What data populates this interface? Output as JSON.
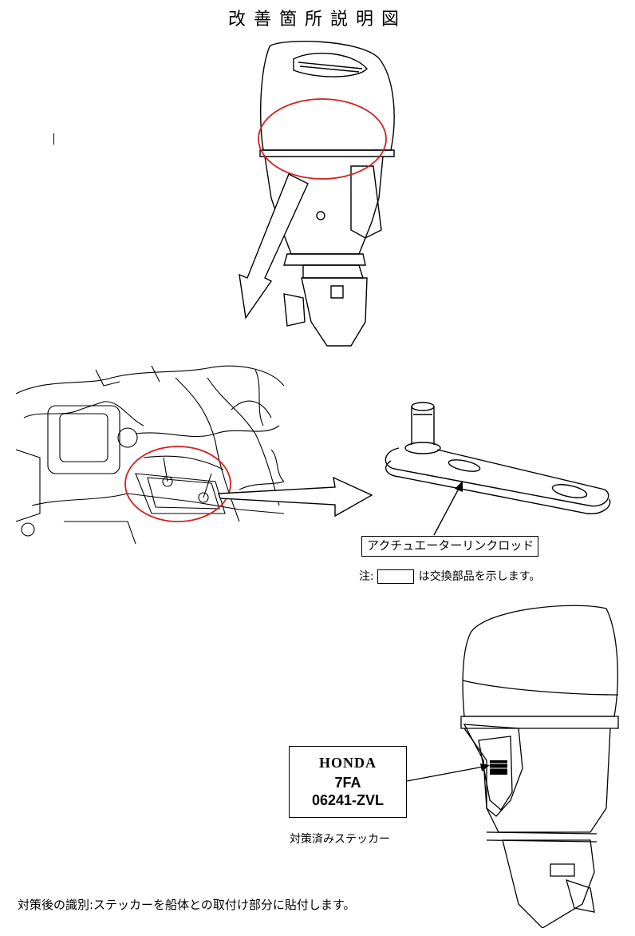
{
  "title": "改善箇所説明図",
  "part_label": "アクチュエーターリンクロッド",
  "note": {
    "prefix": "注:",
    "suffix": "は交換部品を示します。"
  },
  "sticker": {
    "brand": "HONDA",
    "line1": "7FA",
    "line2": "06241-ZVL"
  },
  "sticker_caption": "対策済みステッカー",
  "footer": "対策後の識別:ステッカーを船体との取付け部分に貼付します。",
  "colors": {
    "highlight_circle": "#d42020",
    "line_art": "#000000"
  }
}
